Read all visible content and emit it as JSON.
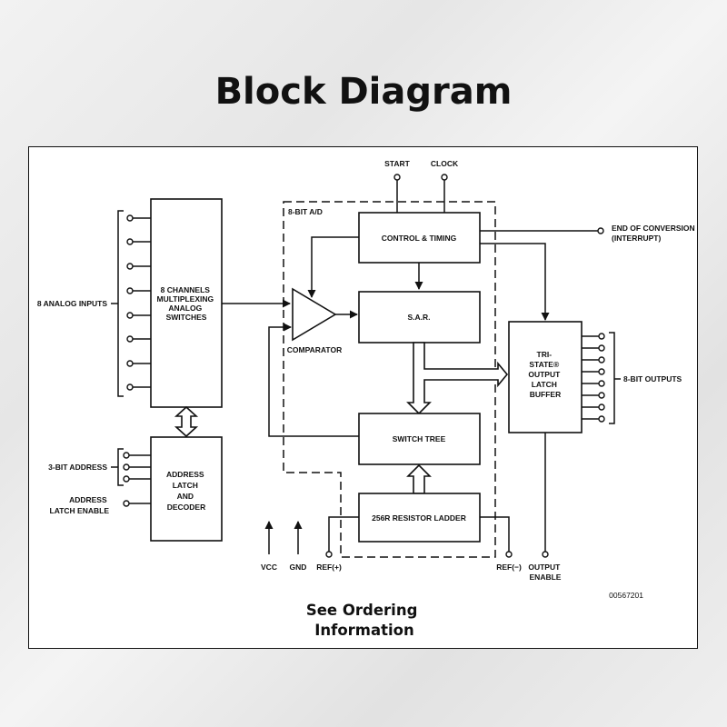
{
  "title": "Block Diagram",
  "diagram": {
    "blocks": {
      "mux": [
        "8 CHANNELS",
        "MULTIPLEXING",
        "ANALOG",
        "SWITCHES"
      ],
      "decoder": [
        "ADDRESS",
        "LATCH",
        "AND",
        "DECODER"
      ],
      "control": "CONTROL & TIMING",
      "sar": "S.A.R.",
      "switch_tree": "SWITCH TREE",
      "ladder": "256R RESISTOR LADDER",
      "buffer": [
        "TRI-",
        "STATE®",
        "OUTPUT",
        "LATCH",
        "BUFFER"
      ]
    },
    "labels": {
      "adc": "8-BIT A/D",
      "comparator": "COMPARATOR",
      "start": "START",
      "clock": "CLOCK",
      "eoc": "END OF CONVERSION",
      "interrupt": "(INTERRUPT)",
      "analog_inputs": "8 ANALOG INPUTS",
      "address_3bit": "3-BIT ADDRESS",
      "ale_line1": "ADDRESS",
      "ale_line2": "LATCH ENABLE",
      "outputs": "8-BIT OUTPUTS",
      "vcc": "VCC",
      "gnd": "GND",
      "ref_plus": "REF(+)",
      "ref_minus": "REF(−)",
      "output_enable_1": "OUTPUT",
      "output_enable_2": "ENABLE",
      "figure_code": "00567201"
    },
    "note": [
      "See Ordering",
      "Information"
    ]
  }
}
